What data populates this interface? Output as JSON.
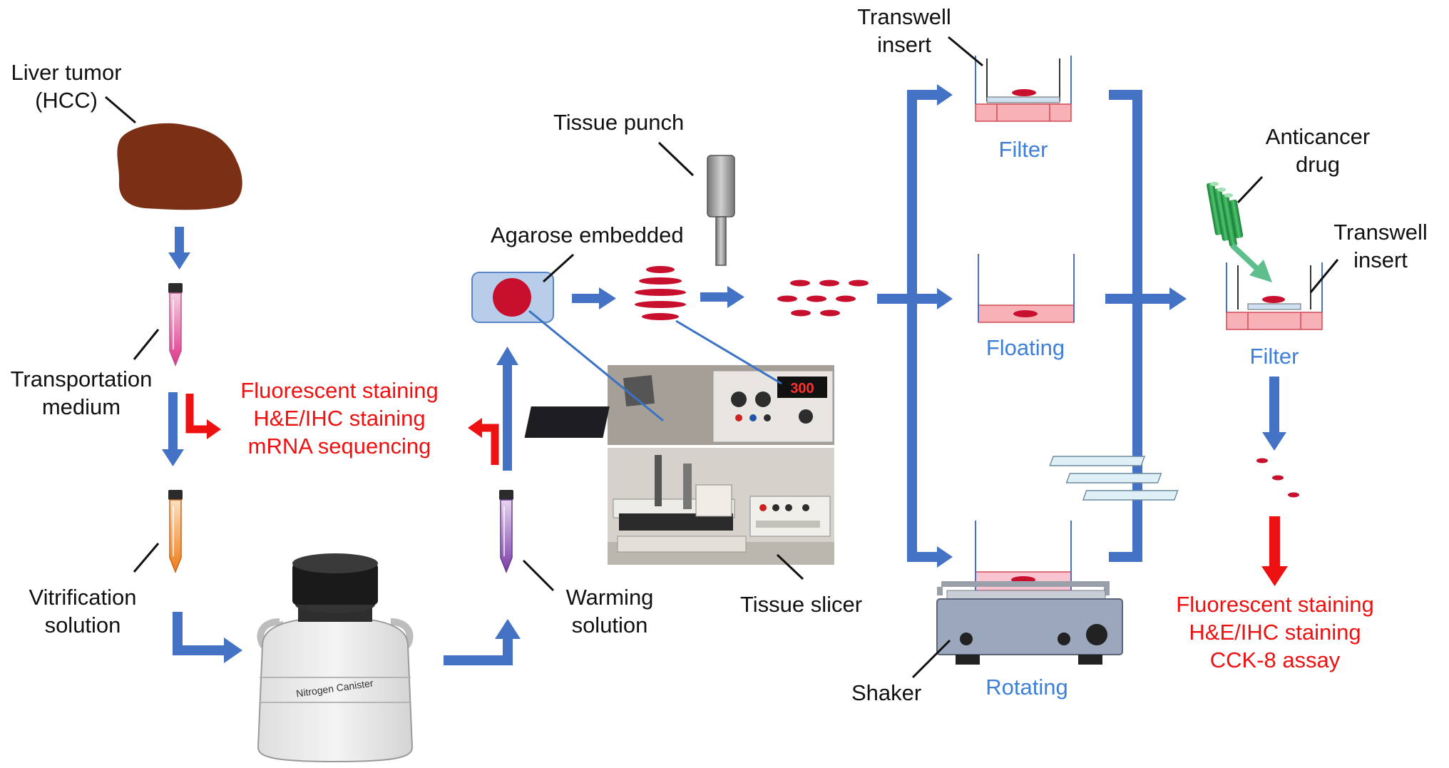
{
  "labels": {
    "liver_tumor": [
      "Liver tumor",
      "(HCC)"
    ],
    "transportation_medium": [
      "Transportation",
      "medium"
    ],
    "vitrification_solution": [
      "Vitrification",
      "solution"
    ],
    "warming_solution": [
      "Warming",
      "solution"
    ],
    "agarose_embedded": "Agarose embedded",
    "tissue_punch": "Tissue punch",
    "tissue_slicer": "Tissue slicer",
    "transwell_insert_top": [
      "Transwell",
      "insert"
    ],
    "transwell_insert_right": [
      "Transwell",
      "insert"
    ],
    "anticancer_drug": [
      "Anticancer",
      "drug"
    ],
    "shaker": "Shaker",
    "nitrogen_canister": "Nitrogen Canister",
    "slicer_display": "300"
  },
  "methods": {
    "filter": "Filter",
    "floating": "Floating",
    "rotating": "Rotating",
    "filter_right": "Filter"
  },
  "analysis_left": [
    "Fluorescent staining",
    "H&E/IHC staining",
    "mRNA sequencing"
  ],
  "analysis_right": [
    "Fluorescent staining",
    "H&E/IHC staining",
    "CCK-8 assay"
  ],
  "colors": {
    "flow_arrow": "#4472c4",
    "analysis_arrow": "#ee1111",
    "tissue": "#c8102e",
    "tumor": "#7b2f14",
    "method_text": "#3d7fd9",
    "analysis_text": "#ee1111",
    "medium_pink": "#f6b3b9"
  }
}
